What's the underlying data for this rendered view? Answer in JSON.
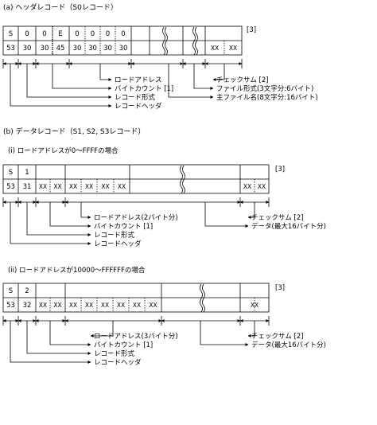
{
  "section_a": {
    "title": "(a) ヘッダレコード（S0レコード）",
    "note": "[3]",
    "top_cells": [
      "S",
      "0",
      "0",
      "E",
      "0",
      "0",
      "0",
      "0"
    ],
    "bottom_cells": [
      "53",
      "30",
      "30",
      "45",
      "30",
      "30",
      "30",
      "30",
      "XX",
      "XX"
    ],
    "labels_left": [
      "ロードアドレス",
      "バイトカウント [1]",
      "レコード形式",
      "レコードヘッダ"
    ],
    "labels_right": [
      "チェックサム [2]",
      "ファイル形式(3文字分:6バイト)",
      "主ファイル名(8文字分:16バイト)"
    ]
  },
  "section_b": {
    "title": "(b) データレコード（S1, S2, S3レコード）",
    "case1": {
      "subtitle": "(i) ロードアドレスが0～FFFFの場合",
      "note": "[3]",
      "top_cells": [
        "S",
        "1"
      ],
      "bottom_cells": [
        "53",
        "31",
        "XX",
        "XX",
        "XX",
        "XX",
        "XX",
        "XX",
        "XX",
        "XX"
      ],
      "labels_left": [
        "ロードアドレス(2バイト分)",
        "バイトカウント [1]",
        "レコード形式",
        "レコードヘッダ"
      ],
      "labels_right": [
        "チェックサム [2]",
        "データ(最大16バイト分)"
      ]
    },
    "case2": {
      "subtitle": "(ii) ロードアドレスが10000～FFFFFFの場合",
      "note": "[3]",
      "top_cells": [
        "S",
        "2"
      ],
      "bottom_cells": [
        "53",
        "32",
        "XX",
        "XX",
        "XX",
        "XX",
        "XX",
        "XX",
        "XX",
        "XX",
        "XX"
      ],
      "labels_left": [
        "ロードアドレス(3バイト分)",
        "バイトカウント [1]",
        "レコード形式",
        "レコードヘッダ"
      ],
      "labels_right": [
        "チェックサム [2]",
        "データ(最大16バイト分)"
      ]
    }
  }
}
